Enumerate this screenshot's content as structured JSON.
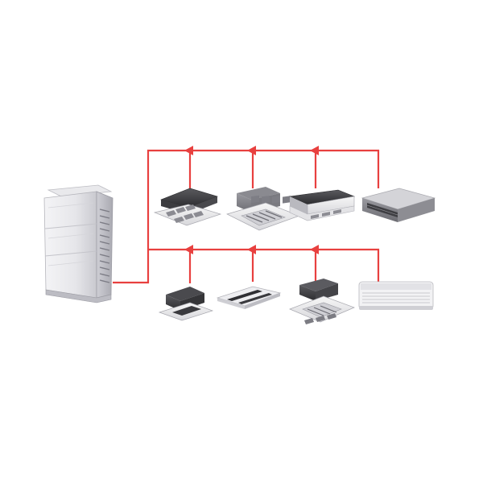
{
  "diagram": {
    "outdoor_unit_icon": "vrf-outdoor-unit",
    "pipe_color": "#e8403f",
    "flow_direction": "toward-outdoor-unit",
    "upper_branch": {
      "units": [
        {
          "icon": "ceiling-cassette-compact"
        },
        {
          "icon": "four-way-cassette"
        },
        {
          "icon": "ceiling-suspended"
        },
        {
          "icon": "ducted-unit"
        }
      ]
    },
    "lower_branch": {
      "units": [
        {
          "icon": "one-way-cassette"
        },
        {
          "icon": "two-way-cassette"
        },
        {
          "icon": "four-way-cassette"
        },
        {
          "icon": "wall-mounted-split"
        }
      ]
    }
  }
}
